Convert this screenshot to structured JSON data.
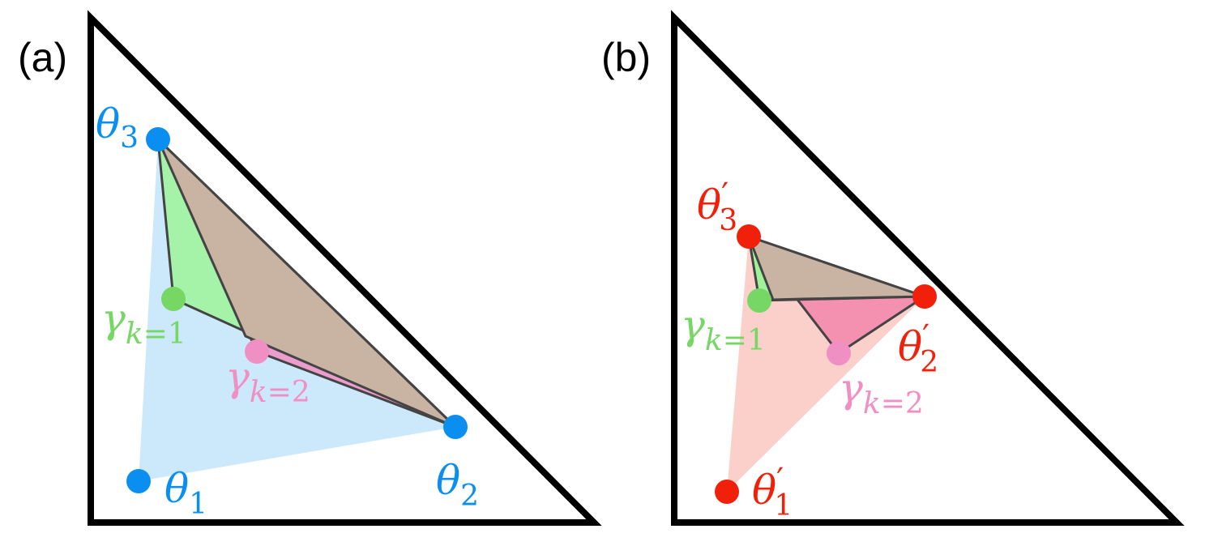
{
  "panels": [
    {
      "label": "(a)",
      "points": {
        "theta1": {
          "symbol": "θ",
          "sub": "1",
          "prime": ""
        },
        "theta2": {
          "symbol": "θ",
          "sub": "2",
          "prime": ""
        },
        "theta3": {
          "symbol": "θ",
          "sub": "3",
          "prime": ""
        },
        "gamma1": {
          "symbol": "γ",
          "sub": "k",
          "eq": "=1"
        },
        "gamma2": {
          "symbol": "γ",
          "sub": "k",
          "eq": "=2"
        }
      }
    },
    {
      "label": "(b)",
      "points": {
        "theta1": {
          "symbol": "θ",
          "sub": "1",
          "prime": "′"
        },
        "theta2": {
          "symbol": "θ",
          "sub": "2",
          "prime": "′"
        },
        "theta3": {
          "symbol": "θ",
          "sub": "3",
          "prime": "′"
        },
        "gamma1": {
          "symbol": "γ",
          "sub": "k",
          "eq": "=1"
        },
        "gamma2": {
          "symbol": "γ",
          "sub": "k",
          "eq": "=2"
        }
      }
    }
  ],
  "colors": {
    "theta_a": "#0a8ff0",
    "theta_b": "#f0200a",
    "gamma1": "#77d765",
    "gamma2": "#f08fc4",
    "hull_a": "#cce8fb",
    "hull_b": "#fbd0cb",
    "tri_gamma1": "#9ef39a",
    "tri_gamma2_b": "#f490b0",
    "tri_theta": "#c9b3a2",
    "outline": "#000000"
  }
}
